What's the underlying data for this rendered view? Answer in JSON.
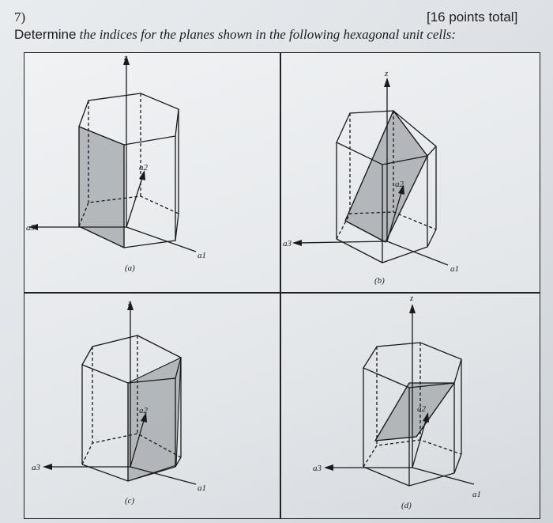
{
  "header": {
    "question_number": "7)",
    "points": "[16 points total]",
    "instruction_lead": "Determine",
    "instruction_rest": "the indices for the planes shown in the following hexagonal unit cells:"
  },
  "axis_labels": {
    "z": "z",
    "a1": "a1",
    "a2": "a2",
    "a3": "a3"
  },
  "panels": [
    {
      "caption": "(a)"
    },
    {
      "caption": "(b)"
    },
    {
      "caption": "(c)"
    },
    {
      "caption": "(d)"
    }
  ],
  "colors": {
    "plane_fill": "#a9aeb3",
    "line": "#1a1a1a"
  }
}
